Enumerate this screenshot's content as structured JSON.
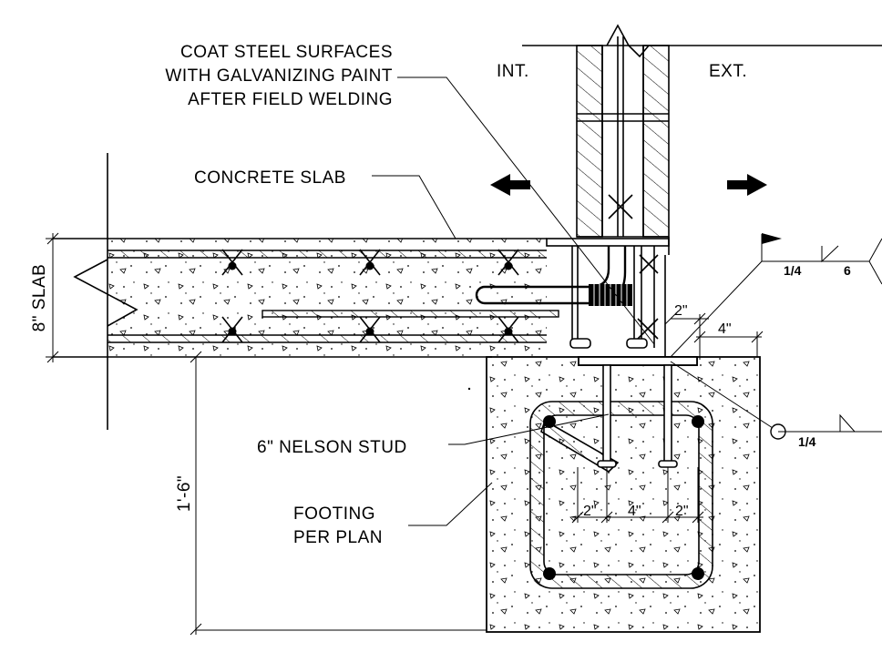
{
  "labels": {
    "coat_note": [
      "COAT STEEL SURFACES",
      "WITH GALVANIZING PAINT",
      "AFTER FIELD WELDING"
    ],
    "interior": "INT.",
    "exterior": "EXT.",
    "concrete_slab": "CONCRETE SLAB",
    "slab_thickness": "8\" SLAB",
    "nelson_stud": "6\" NELSON STUD",
    "footing": [
      "FOOTING",
      "PER PLAN"
    ],
    "footing_depth": "1'-6\"",
    "dim_2_upper": "2\"",
    "dim_4_upper": "4\"",
    "dim_2_lower_left": "2\"",
    "dim_4_lower": "4\"",
    "dim_2_lower_right": "2\"",
    "weld_symbol_upper": "1/4",
    "weld_symbol_upper_length": "6",
    "weld_symbol_lower": "1/4"
  },
  "colors": {
    "line": "#000000",
    "background": "#ffffff"
  }
}
